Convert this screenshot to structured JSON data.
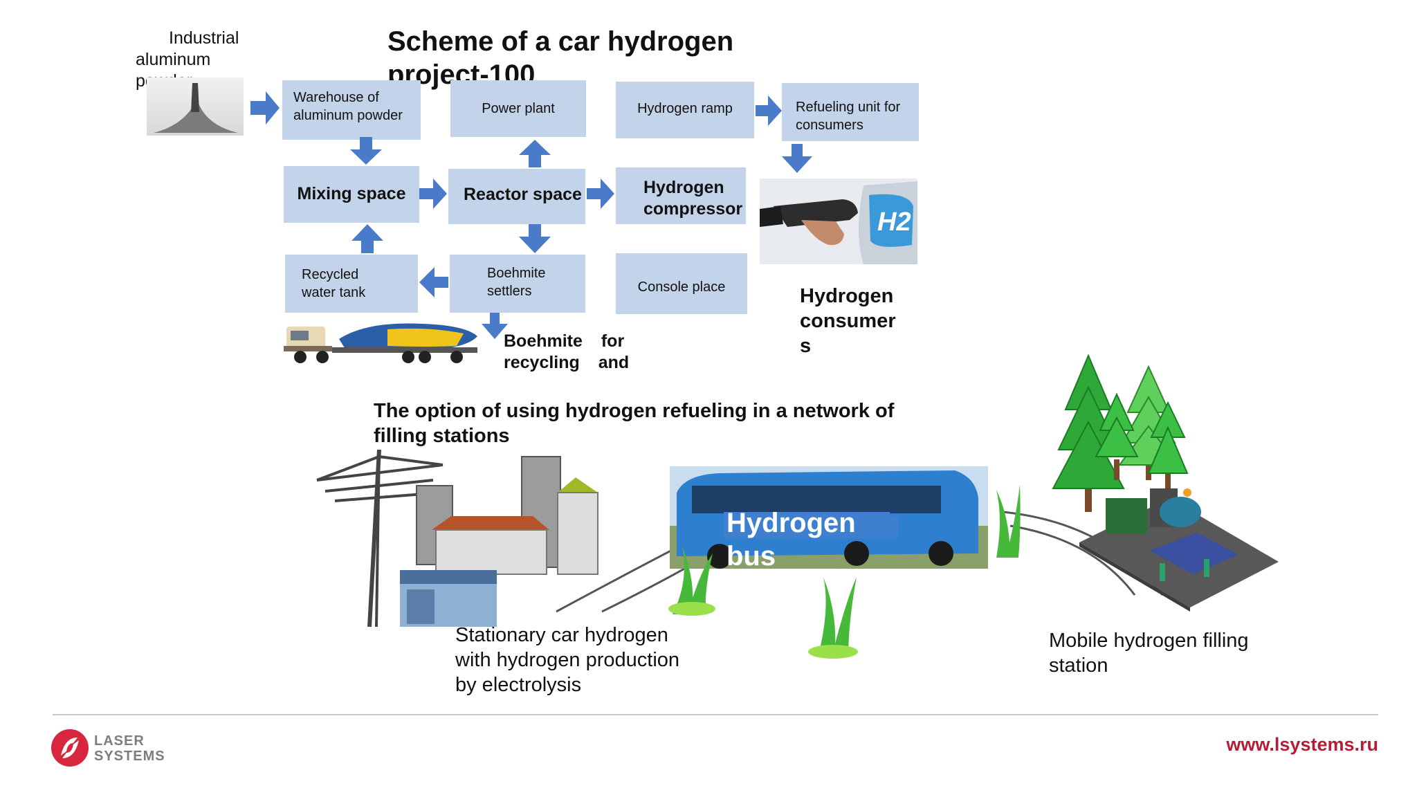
{
  "title": "Scheme of a car hydrogen project-100",
  "source_label": "Industrial aluminum powder",
  "boxes": {
    "warehouse": "Warehouse of aluminum powder",
    "power_plant": "Power plant",
    "hydrogen_ramp": "Hydrogen ramp",
    "refueling_unit": "Refueling unit for consumers",
    "mixing_space": "Mixing space",
    "reactor_space": "Reactor space",
    "hydrogen_compressor": "Hydrogen compressor",
    "recycled_water_tank": "Recycled water tank",
    "boehmite_settlers": "Boehmite settlers",
    "console_place": "Console place"
  },
  "boehmite_caption": "Boehmite for recycling and",
  "hydrogen_consumers": "Hydrogen consumers",
  "h2_sign": "H2",
  "network_title": "The option of using hydrogen refueling in a network of filling stations",
  "bus_label": "Hydrogen bus",
  "stationary_caption": "Stationary car hydrogen with hydrogen production by electrolysis",
  "mobile_caption": "Mobile hydrogen filling station",
  "footer": {
    "logo_line1": "LASER",
    "logo_line2": "SYSTEMS",
    "website": "www.lsystems.ru"
  },
  "colors": {
    "box_fill": "#c3d4ea",
    "arrow": "#4a7bc9",
    "bus_blue": "#2f7fcf",
    "tree_green": "#2ea836",
    "logo_red": "#d7263d",
    "website_red": "#b21e35"
  }
}
